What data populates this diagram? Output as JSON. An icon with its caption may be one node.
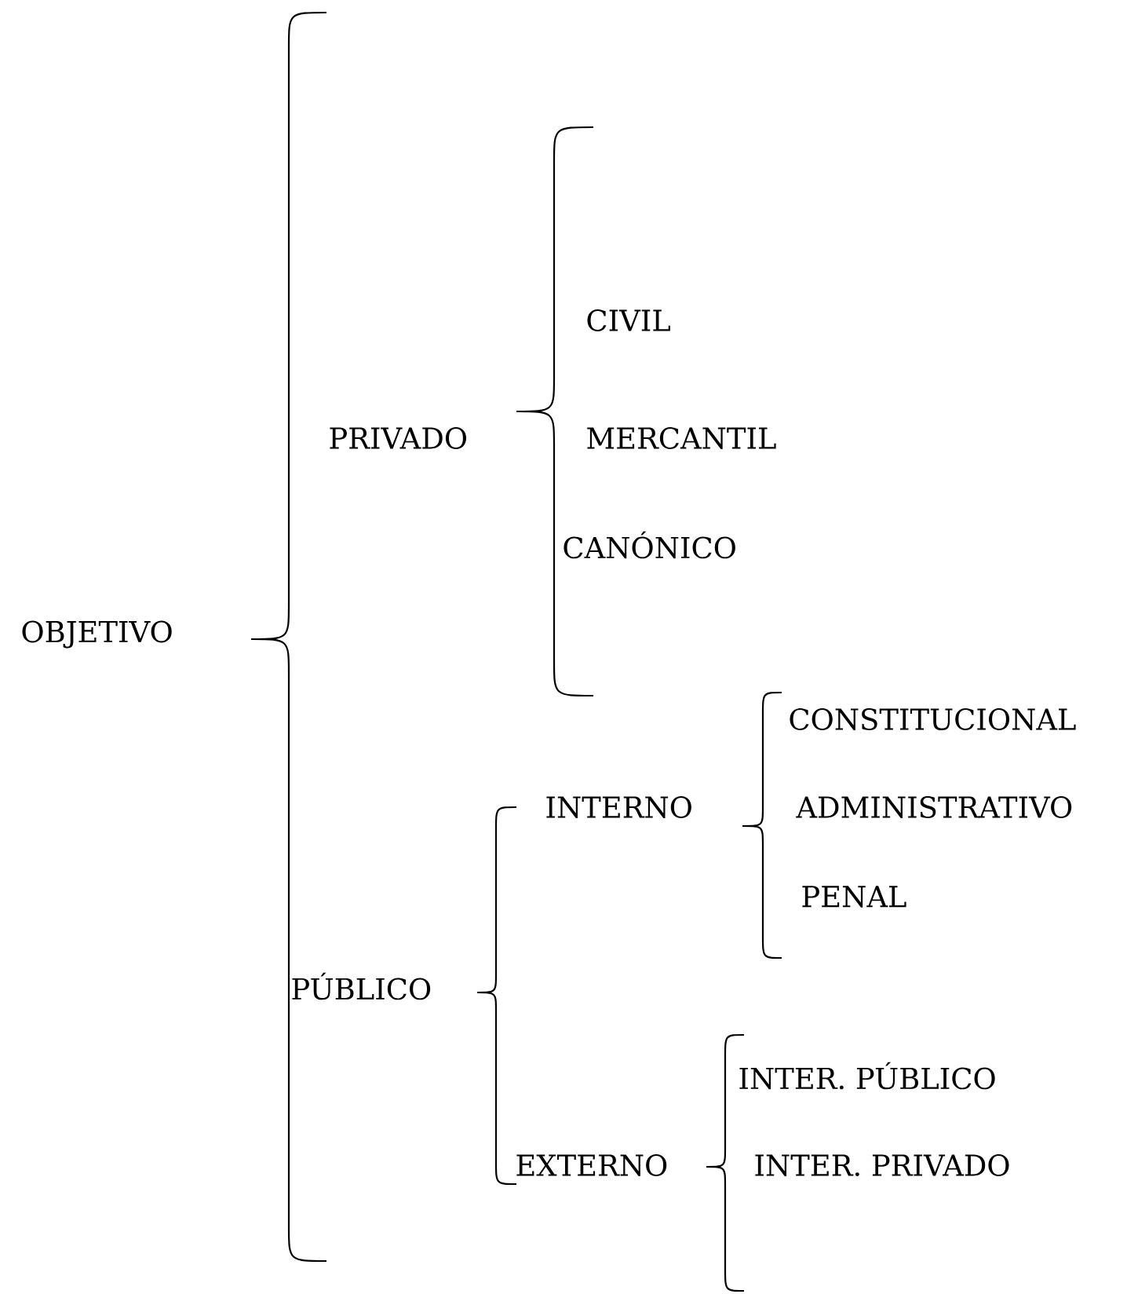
{
  "diagram": {
    "labels": [
      "CIVIL",
      "PRIVADO",
      "MERCANTIL",
      "CANÓNICO",
      "OBJETIVO",
      "CONSTITUCIONAL",
      "INTERNO",
      "ADMINISTRATIVO",
      "PENAL",
      "PÚBLICO",
      "INTER. PÚBLICO",
      "EXTERNO",
      "INTER. PRIVADO"
    ]
  }
}
